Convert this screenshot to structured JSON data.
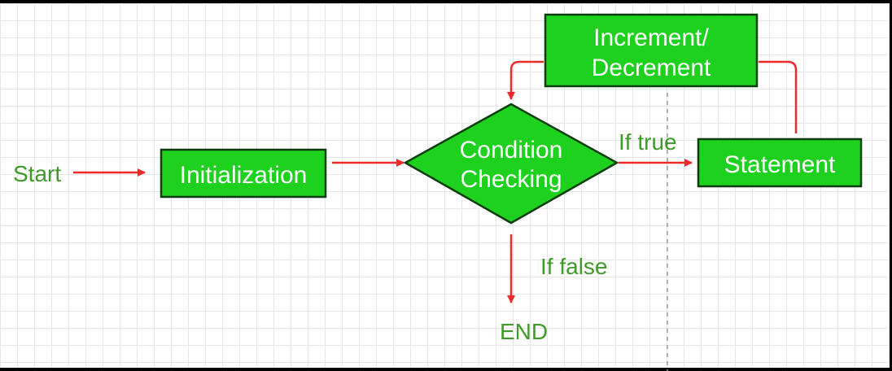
{
  "start": "Start",
  "initialization": "Initialization",
  "condition": {
    "line1": "Condition",
    "line2": "Checking"
  },
  "if_true": "If true",
  "statement": "Statement",
  "increment": {
    "line1": "Increment/",
    "line2": "Decrement"
  },
  "if_false": "If false",
  "end": "END",
  "colors": {
    "box_fill": "#1fd11f",
    "box_stroke": "#0a3d0a",
    "arrow": "#ee2a2a",
    "label_green": "#3f9a2a"
  }
}
